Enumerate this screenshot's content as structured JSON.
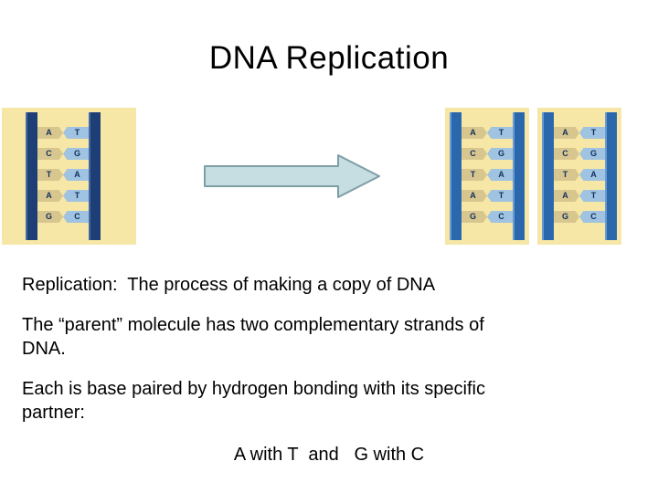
{
  "slide": {
    "title": "DNA Replication"
  },
  "diagram": {
    "panel_color": "#F6E7A6",
    "parent_rail_color": "#1E3E76",
    "copy_rail_color": "#2B67AC",
    "base_left_color": "#D8C68F",
    "base_right_color": "#9FC3E1",
    "arrow_fill": "#C6DEE2",
    "arrow_stroke": "#7E9EA6",
    "base_pairs": [
      {
        "left": "A",
        "right": "T"
      },
      {
        "left": "C",
        "right": "G"
      },
      {
        "left": "T",
        "right": "A"
      },
      {
        "left": "A",
        "right": "T"
      },
      {
        "left": "G",
        "right": "C"
      }
    ]
  },
  "body": {
    "p1": "Replication:  The process of making a copy of DNA",
    "p2_line1": "The “parent” molecule has two complementary strands of",
    "p2_line2": "DNA.",
    "p3_line1": "Each is base paired by hydrogen bonding with its specific",
    "p3_line2": "partner:",
    "p4": "A with T  and   G with C"
  }
}
